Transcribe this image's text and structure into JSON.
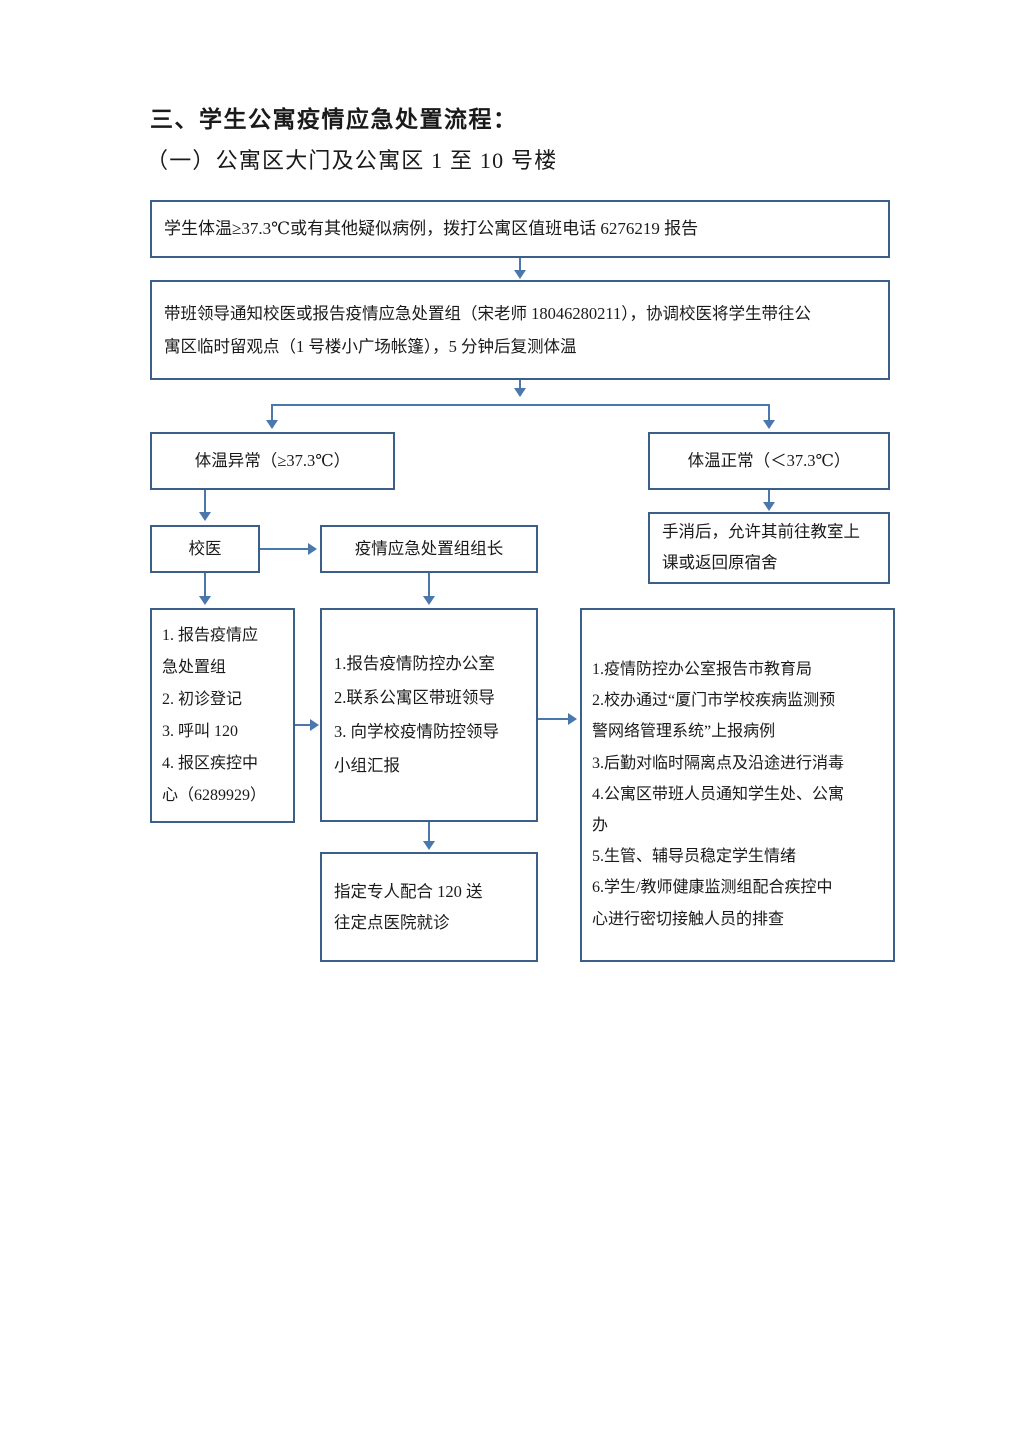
{
  "document": {
    "heading_main": "三、学生公寓疫情应急处置流程：",
    "heading_sub": "（一）公寓区大门及公寓区 1 至 10 号楼"
  },
  "flowchart": {
    "type": "flowchart",
    "accent_border_color": "#3c5f8a",
    "connector_color": "#4a77ac",
    "nodes": {
      "report": {
        "id": "report",
        "text": "学生体温≥37.3℃或有其他疑似病例，拨打公寓区值班电话 6276219 报告",
        "duty_phone": "6276219",
        "threshold": "37.3℃"
      },
      "dispatch": {
        "id": "dispatch",
        "line1": "带班领导通知校医或报告疫情应急处置组（宋老师 18046280211），协调校医将学生带往公",
        "line2": "寓区临时留观点（1 号楼小广场帐篷），5 分钟后复测体温",
        "contact_name": "宋老师",
        "contact_phone": "18046280211",
        "recheck_minutes": "5 分钟"
      },
      "abnormal": {
        "id": "abnormal",
        "text": "体温异常（≥37.3℃）"
      },
      "normal": {
        "id": "normal",
        "text": "体温正常（＜37.3℃）"
      },
      "school_doctor": {
        "id": "school-doctor",
        "text": "校医"
      },
      "team_leader": {
        "id": "team-leader",
        "text": "疫情应急处置组组长"
      },
      "allow_return": {
        "id": "allow-return",
        "line1": "手消后，允许其前往教室上",
        "line2": "课或返回原宿舍"
      },
      "doctor_actions": {
        "id": "doctor-actions",
        "lines": [
          "1. 报告疫情应",
          "急处置组",
          "2. 初诊登记",
          "3. 呼叫 120",
          "4. 报区疾控中",
          "心（6289929）"
        ],
        "emergency_number": "120",
        "cdc_phone": "6289929"
      },
      "leader_actions": {
        "id": "leader-actions",
        "lines": [
          "1.报告疫情防控办公室",
          "2.联系公寓区带班领导",
          "3. 向学校疫情防控领导",
          "小组汇报"
        ]
      },
      "office_actions": {
        "id": "office-actions",
        "lines": [
          "1.疫情防控办公室报告市教育局",
          "2.校办通过“厦门市学校疾病监测预",
          "警网络管理系统”上报病例",
          "3.后勤对临时隔离点及沿途进行消毒",
          "4.公寓区带班人员通知学生处、公寓",
          "办",
          "5.生管、辅导员稳定学生情绪",
          "6.学生/教师健康监测组配合疾控中",
          "心进行密切接触人员的排查"
        ]
      },
      "transfer": {
        "id": "transfer",
        "line1": "指定专人配合 120 送",
        "line2": "往定点医院就诊",
        "emergency_number": "120"
      }
    },
    "edges": [
      {
        "from": "report",
        "to": "dispatch",
        "kind": "down"
      },
      {
        "from": "dispatch",
        "to": "abnormal",
        "kind": "split-down-left"
      },
      {
        "from": "dispatch",
        "to": "normal",
        "kind": "split-down-right"
      },
      {
        "from": "abnormal",
        "to": "school_doctor",
        "kind": "down"
      },
      {
        "from": "school_doctor",
        "to": "team_leader",
        "kind": "right"
      },
      {
        "from": "school_doctor",
        "to": "doctor_actions",
        "kind": "down"
      },
      {
        "from": "team_leader",
        "to": "leader_actions",
        "kind": "down"
      },
      {
        "from": "doctor_actions",
        "to": "leader_actions",
        "kind": "right"
      },
      {
        "from": "leader_actions",
        "to": "office_actions",
        "kind": "right"
      },
      {
        "from": "leader_actions",
        "to": "transfer",
        "kind": "down"
      },
      {
        "from": "normal",
        "to": "allow_return",
        "kind": "down"
      }
    ]
  }
}
